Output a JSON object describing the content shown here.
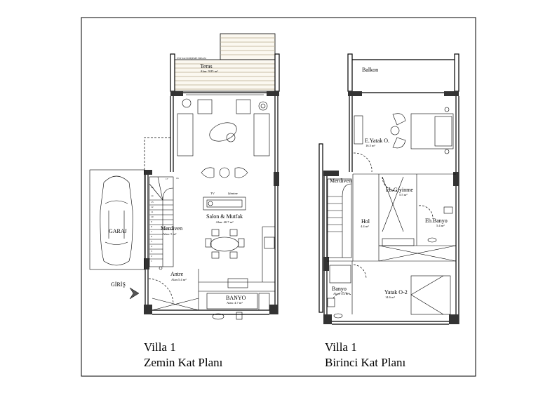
{
  "ground_floor": {
    "title_line1": "Villa 1",
    "title_line2": "Zemin Kat Planı",
    "upper_slab_note": "ÜST KAT DÖŞEME HİZASI",
    "rooms": {
      "teras": {
        "name": "Teras",
        "area": "Alan: 9.85 m²"
      },
      "salon": {
        "name": "Salon & Mutfak",
        "area": "Alan: 40.7 m²"
      },
      "merdiven": {
        "name": "Merdiven",
        "area": "Alan: 5 m²"
      },
      "antre": {
        "name": "Antre",
        "area": "Alan:5.4 m²"
      },
      "banyo": {
        "name": "BANYO",
        "area": "Alan: 4.7 m²"
      },
      "garaj": {
        "name": "GARAJ"
      }
    },
    "tv_label": "TV",
    "fireplace_label": "Şömine",
    "entrance_label": "GİRİŞ",
    "step_numbers": [
      "17",
      "16",
      "15",
      "14",
      "13",
      "12",
      "11",
      "10",
      "9",
      "8",
      "7",
      "6",
      "5",
      "4",
      "3",
      "2",
      "1"
    ]
  },
  "first_floor": {
    "title_line1": "Villa 1",
    "title_line2": "Birinci Kat Planı",
    "rooms": {
      "balkon": {
        "name": "Balkon"
      },
      "master": {
        "name": "E.Yatak O.",
        "area": "16.5 m²"
      },
      "merdiven": {
        "name": "Merdiven"
      },
      "giyinme": {
        "name": "Eb.Giyinme",
        "area": "5.5 m²"
      },
      "hol": {
        "name": "Hol",
        "area": "4.4 m²"
      },
      "ebanyo": {
        "name": "Eb.Banyo",
        "area": "5.4 m²"
      },
      "banyo": {
        "name": "Banyo",
        "area": "Alan: 3.2 m²"
      },
      "yatak2": {
        "name": "Yatak O-2",
        "area": "14.6 m²"
      }
    }
  }
}
